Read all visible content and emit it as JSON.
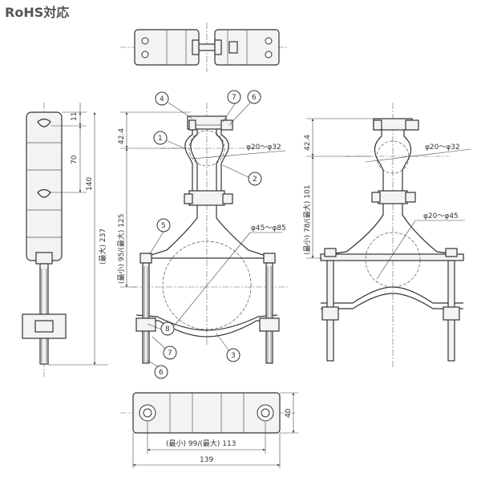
{
  "header": {
    "badge": "RoHS対応"
  },
  "balloons": [
    "1",
    "2",
    "3",
    "4",
    "5",
    "6",
    "7",
    "8"
  ],
  "dimensions": {
    "d_11": "11",
    "d_70": "70",
    "d_140": "140",
    "d_237": "(最大) 237",
    "d_125": "(最小) 95/(最大) 125",
    "d_42_4_left": "42.4",
    "d_42_4_right": "42.4",
    "d_101": "(最小) 78/(最大) 101",
    "d_pipe_small_left": "φ20～φ32",
    "d_pipe_small_right": "φ20～φ32",
    "d_pipe_large_left": "φ45～φ85",
    "d_pipe_large_right": "φ20～φ45",
    "d_40": "40",
    "d_113": "(最小) 99/(最大) 113",
    "d_139": "139"
  }
}
